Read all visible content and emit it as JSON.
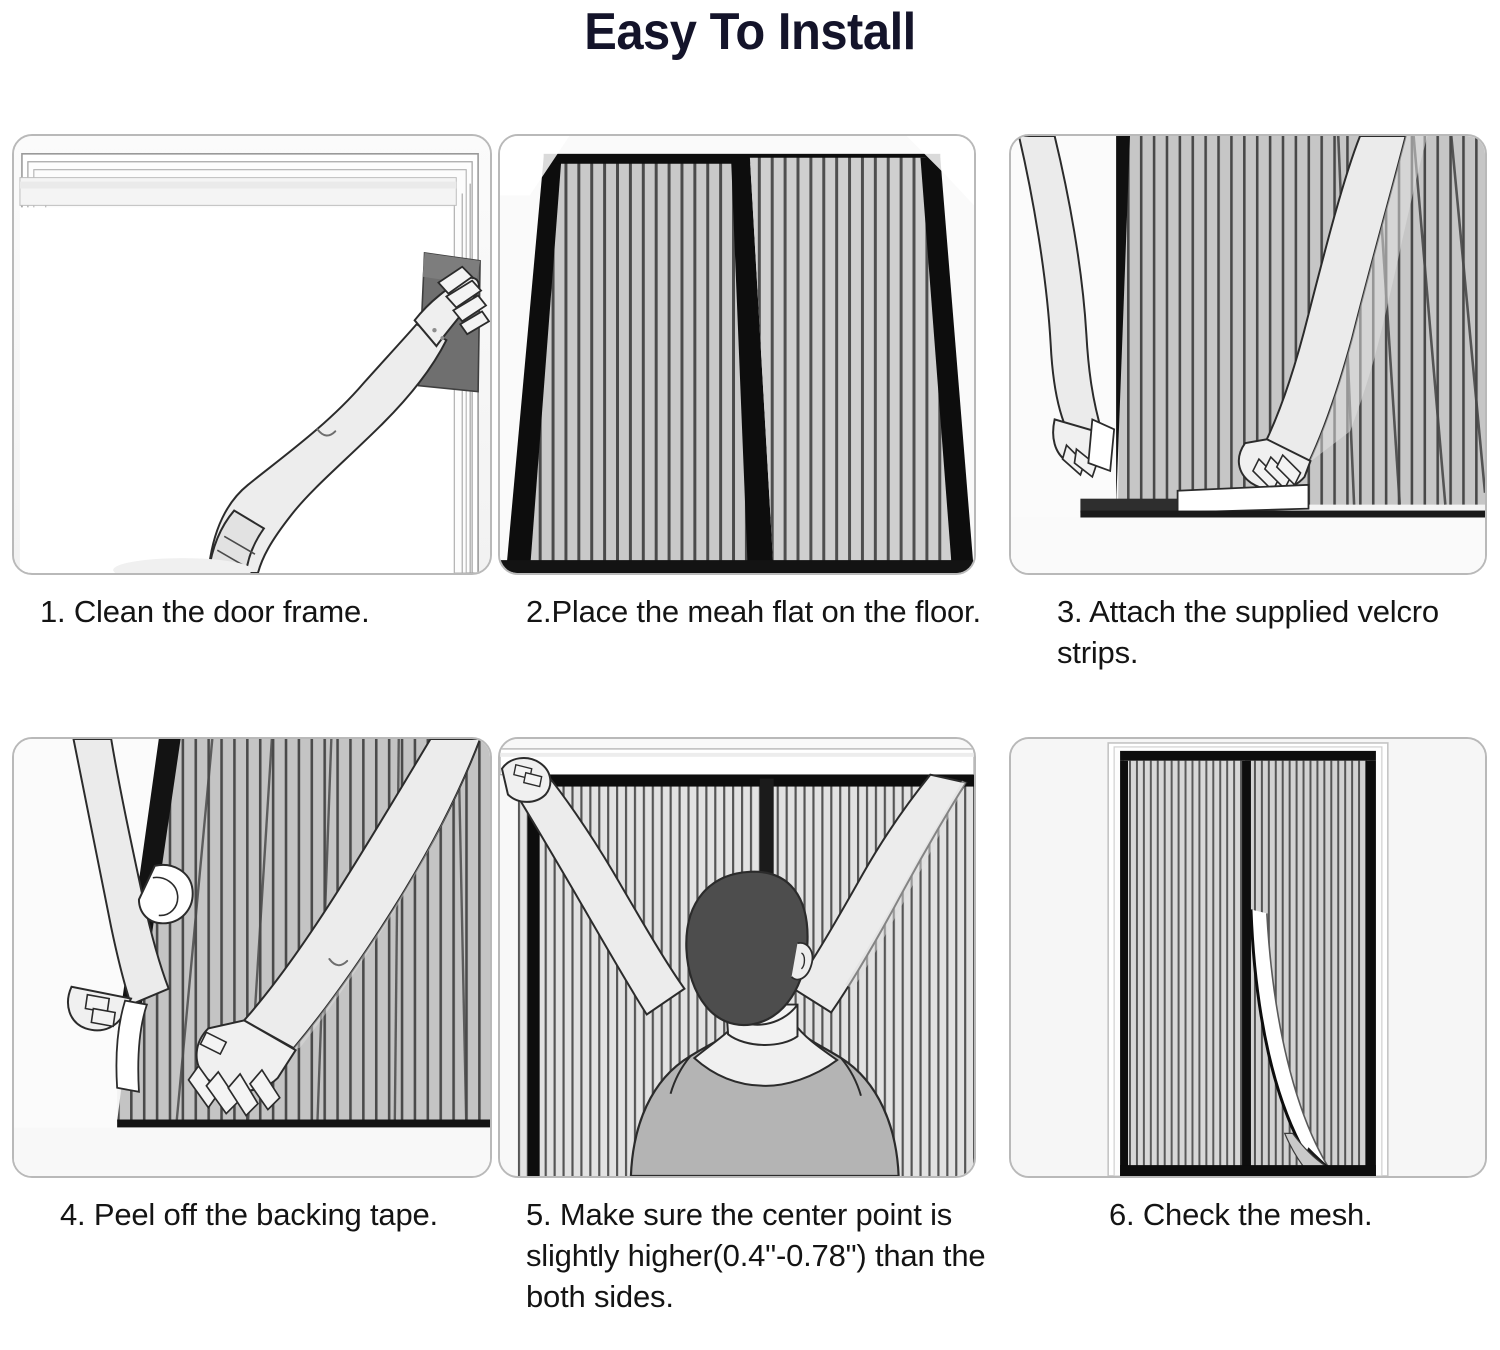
{
  "header": {
    "title": "Easy To Install",
    "title_color": "#14142a"
  },
  "steps": [
    {
      "number": "1",
      "caption": "1. Clean the door frame.",
      "illustration": "door-frame-cleaning-illustration"
    },
    {
      "number": "2",
      "caption": "2.Place the meah flat on the floor.",
      "illustration": "mesh-flat-on-floor-illustration"
    },
    {
      "number": "3",
      "caption": "3. Attach the supplied velcro strips.",
      "illustration": "attach-velcro-strips-illustration"
    },
    {
      "number": "4",
      "caption": "4. Peel off the backing tape.",
      "illustration": "peel-backing-tape-illustration"
    },
    {
      "number": "5",
      "caption": "5. Make sure the center point is slightly higher(0.4\"-0.78\") than the both sides.",
      "illustration": "mount-mesh-center-point-illustration"
    },
    {
      "number": "6",
      "caption": "6. Check the mesh.",
      "illustration": "installed-mesh-door-illustration"
    }
  ],
  "palette": {
    "background": "#ffffff",
    "panel_background": "#f7f7f7",
    "panel_border": "#b9b9b9",
    "mesh_light": "#c9c9c9",
    "mesh_stripe": "#4a4a4a",
    "mesh_edge_black": "#0d0d0d",
    "skin_light": "#e8e8e8",
    "cloth_gray": "#6e6e6e",
    "hair_dark": "#4d4d4d",
    "shirt_gray": "#b0b0b0",
    "outline": "#222222"
  }
}
